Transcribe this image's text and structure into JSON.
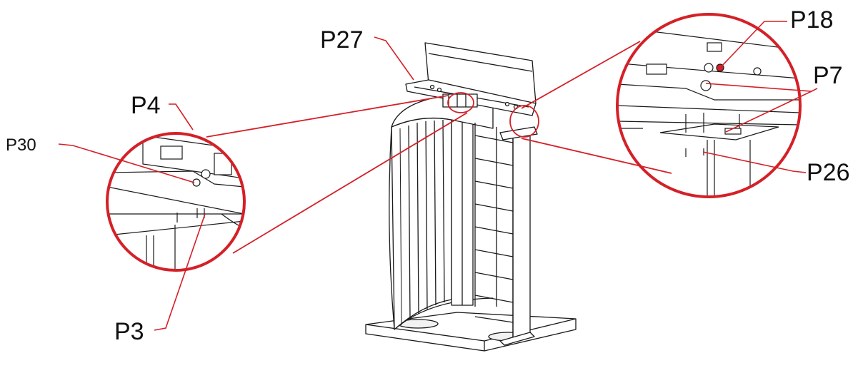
{
  "diagram": {
    "colors": {
      "callout": "#d42027",
      "ink": "#1a1a1a",
      "background": "#ffffff"
    },
    "labels": {
      "p27": "P27",
      "p18": "P18",
      "p7": "P7",
      "p4": "P4",
      "p30": "P30",
      "p26": "P26",
      "p3": "P3"
    }
  }
}
